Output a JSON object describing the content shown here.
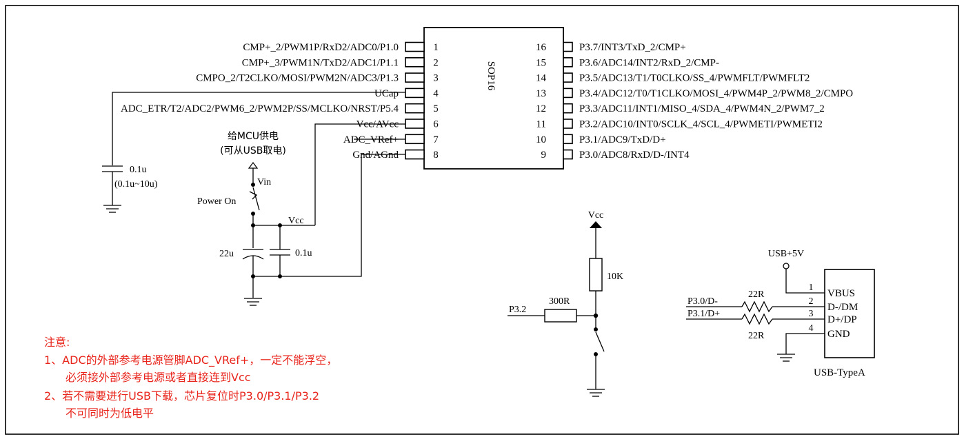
{
  "chip": {
    "name": "SOP16",
    "left_pins": [
      {
        "num": "1",
        "label": "CMP+_2/PWM1P/RxD2/ADC0/P1.0"
      },
      {
        "num": "2",
        "label": "CMP+_3/PWM1N/TxD2/ADC1/P1.1"
      },
      {
        "num": "3",
        "label": "CMPO_2/T2CLKO/MOSI/PWM2N/ADC3/P1.3"
      },
      {
        "num": "4",
        "label": "UCap"
      },
      {
        "num": "5",
        "label": "ADC_ETR/T2/ADC2/PWM6_2/PWM2P/SS/MCLKO/NRST/P5.4"
      },
      {
        "num": "6",
        "label": "Vcc/AVcc"
      },
      {
        "num": "7",
        "label": "ADC_VRef+"
      },
      {
        "num": "8",
        "label": "Gnd/AGnd"
      }
    ],
    "right_pins": [
      {
        "num": "16",
        "label": "P3.7/INT3/TxD_2/CMP+"
      },
      {
        "num": "15",
        "label": "P3.6/ADC14/INT2/RxD_2/CMP-"
      },
      {
        "num": "14",
        "label": "P3.5/ADC13/T1/T0CLKO/SS_4/PWMFLT/PWMFLT2"
      },
      {
        "num": "13",
        "label": "P3.4/ADC12/T0/T1CLKO/MOSI_4/PWM4P_2/PWM8_2/CMPO"
      },
      {
        "num": "12",
        "label": "P3.3/ADC11/INT1/MISO_4/SDA_4/PWM4N_2/PWM7_2"
      },
      {
        "num": "11",
        "label": "P3.2/ADC10/INT0/SCLK_4/SCL_4/PWMETI/PWMETI2"
      },
      {
        "num": "10",
        "label": "P3.1/ADC9/TxD/D+"
      },
      {
        "num": "9",
        "label": "P3.0/ADC8/RxD/D-/INT4"
      }
    ]
  },
  "ucap": {
    "value": "0.1u",
    "range": "(0.1u~10u)"
  },
  "power": {
    "title_line1": "给MCU供电",
    "title_line2": "(可从USB取电)",
    "vin": "Vin",
    "switch_label": "Power On",
    "vcc": "Vcc",
    "cap1": "22u",
    "cap2": "0.1u"
  },
  "reset": {
    "vcc": "Vcc",
    "r_pullup": "10K",
    "r_series": "300R",
    "net": "P3.2"
  },
  "usb": {
    "vcc_label": "USB+5V",
    "connector": "USB-TypeA",
    "r1": "22R",
    "r2": "22R",
    "net1": "P3.0/D-",
    "net2": "P3.1/D+",
    "pins": [
      {
        "num": "1",
        "label": "VBUS"
      },
      {
        "num": "2",
        "label": "D-/DM"
      },
      {
        "num": "3",
        "label": "D+/DP"
      },
      {
        "num": "4",
        "label": "GND"
      }
    ]
  },
  "notes": {
    "title": "注意:",
    "l1": "1、ADC的外部参考电源管脚ADC_VRef+，一定不能浮空，",
    "l2": "必须接外部参考电源或者直接连到Vcc",
    "l3": "2、若不需要进行USB下载，芯片复位时P3.0/P3.1/P3.2",
    "l4": "不可同时为低电平"
  },
  "colors": {
    "note": "#e8241b",
    "line": "#000000"
  }
}
